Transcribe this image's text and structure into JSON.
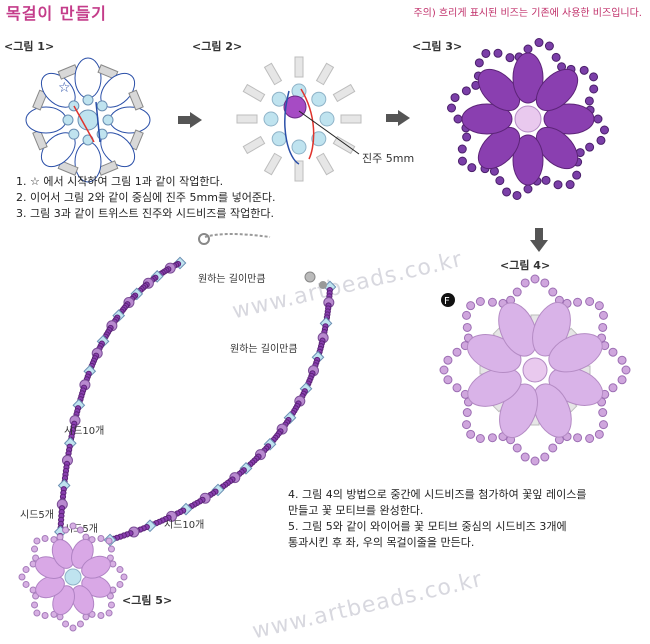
{
  "title": "목걸이 만들기",
  "note": "주의) 흐리게 표시된 비즈는 기존에 사용한 비즈입니다.",
  "figures": {
    "fig1": "<그림 1>",
    "fig2": "<그림 2>",
    "fig3": "<그림 3>",
    "fig4": "<그림 4>",
    "fig5": "<그림 5>"
  },
  "fig2_callout": "진주 5mm",
  "fig4_marker": "F",
  "steps_top": [
    "1. ☆ 에서 시작하여 그림 1과 같이 작업한다.",
    "2. 이어서 그림 2와 같이 중심에 진주 5mm를 넣어준다.",
    "3. 그림 3과 같이 트위스트 진주와 시드비즈를 작업한다."
  ],
  "steps_bottom": [
    "4. 그림 4의 방법으로 중간에 시드비즈를 첨가하여 꽃잎 레이스를",
    "   만들고 꽃 모티브를 완성한다.",
    "5. 그림 5와 같이 와이어를 꽃 모티브 중심의 시드비즈 3개에",
    "   통과시킨 후 좌, 우의 목걸이줄을 만든다."
  ],
  "necklace_labels": {
    "length_left": "원하는 길이만큼",
    "length_right": "원하는 길이만큼",
    "seed10_left": "시드10개",
    "seed10_bottom": "시드10개",
    "seed5_a": "시드5개",
    "seed5_b": "시드5개"
  },
  "watermarks": [
    "www.artbeads.co.kr",
    "www.artbeads.co.kr"
  ],
  "colors": {
    "title": "#c43c8a",
    "purple_bead": "#8a3fb0",
    "pale_purple": "#d9b3e8",
    "light_blue": "#bfe3ef",
    "pearl": "#e9c9ee",
    "red_wire": "#e0332c",
    "blue_wire": "#2a4fa8",
    "gray_bugle": "#d8d8d8"
  }
}
